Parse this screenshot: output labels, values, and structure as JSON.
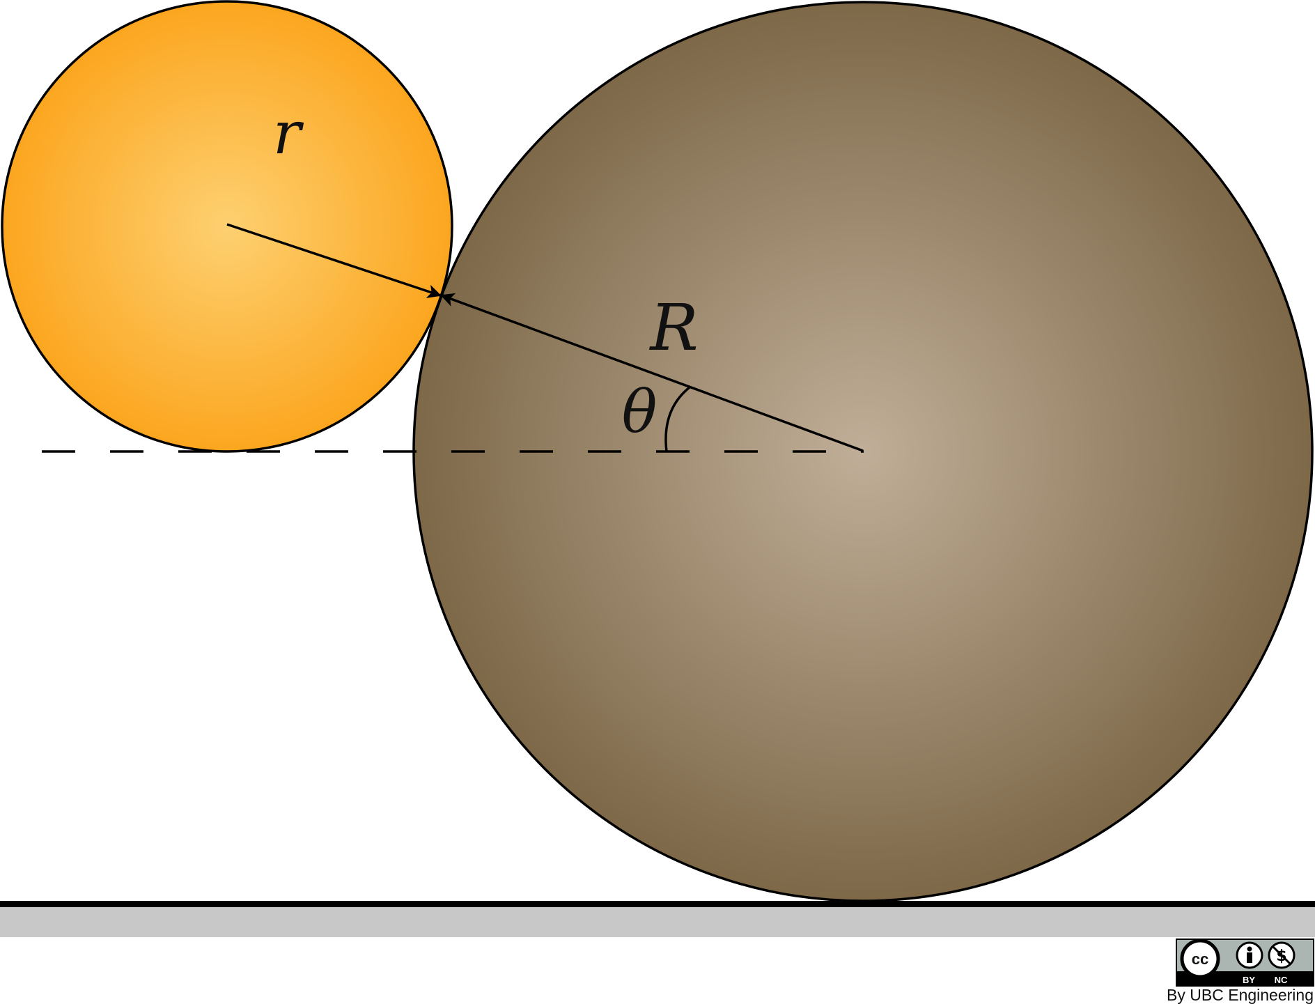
{
  "labels": {
    "small_radius": "r",
    "large_radius": "R",
    "angle": "θ"
  },
  "license": {
    "cc": "cc",
    "by": "BY",
    "nc": "NC",
    "credit": "By UBC Engineering"
  },
  "colors": {
    "small_circle_center": "#fdd071",
    "small_circle_edge": "#fca61f",
    "large_circle_center": "#c0ae98",
    "large_circle_edge": "#7d6848",
    "ground_line": "#000000",
    "ground_fill": "#c8c8c8",
    "badge_bg": "#abb5b1"
  }
}
